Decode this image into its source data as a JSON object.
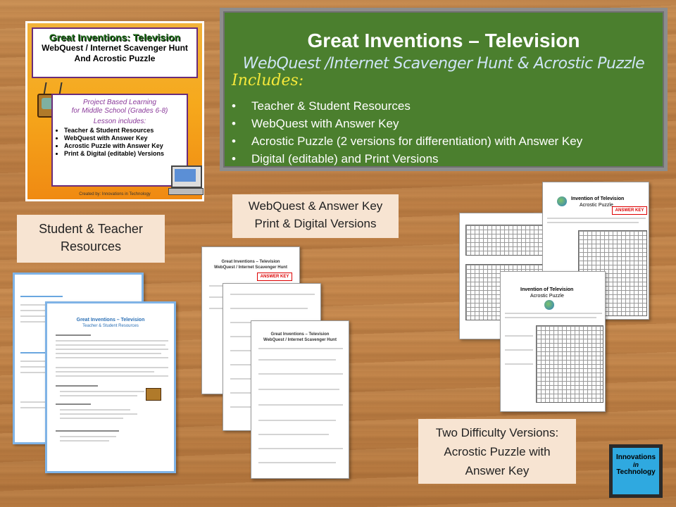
{
  "cover": {
    "title": "Great Inventions: Television",
    "subtitle_line1": "WebQuest / Internet Scavenger Hunt",
    "subtitle_line2": "And Acrostic Puzzle",
    "pbl_line1": "Project Based Learning",
    "pbl_line2": "for Middle School (Grades 6-8)",
    "lesson_includes": "Lesson includes:",
    "items": [
      "Teacher & Student Resources",
      "WebQuest with Answer Key",
      "Acrostic Puzzle with Answer Key",
      "Print & Digital (editable) Versions"
    ],
    "credit": "Created by: Innovations in Technology"
  },
  "board": {
    "title": "Great Inventions – Television",
    "subtitle": "WebQuest /Internet Scavenger Hunt & Acrostic Puzzle",
    "includes_label": "Includes:",
    "items": [
      "Teacher & Student Resources",
      "WebQuest with Answer Key",
      "Acrostic Puzzle (2 versions for differentiation)  with Answer Key",
      "Digital (editable) and Print Versions"
    ]
  },
  "labels": {
    "webquest_line1": "WebQuest & Answer Key",
    "webquest_line2": "Print & Digital Versions",
    "resources_line1": "Student & Teacher",
    "resources_line2": "Resources",
    "difficulty_line1": "Two Difficulty Versions:",
    "difficulty_line2": "Acrostic Puzzle with",
    "difficulty_line3": "Answer Key"
  },
  "teacher_doc": {
    "title": "Great Inventions – Television",
    "subtitle": "Teacher & Student Resources"
  },
  "webquest_doc": {
    "title": "Great Inventions – Television",
    "subtitle": "WebQuest / Internet Scavenger Hunt",
    "answer_key": "ANSWER KEY"
  },
  "acrostic_doc": {
    "title": "Invention of Television",
    "subtitle": "Acrostic Puzzle",
    "answer_key": "ANSWER KEY"
  },
  "logo": {
    "line1": "Innovations",
    "line2": "in",
    "line3": "Technology"
  }
}
